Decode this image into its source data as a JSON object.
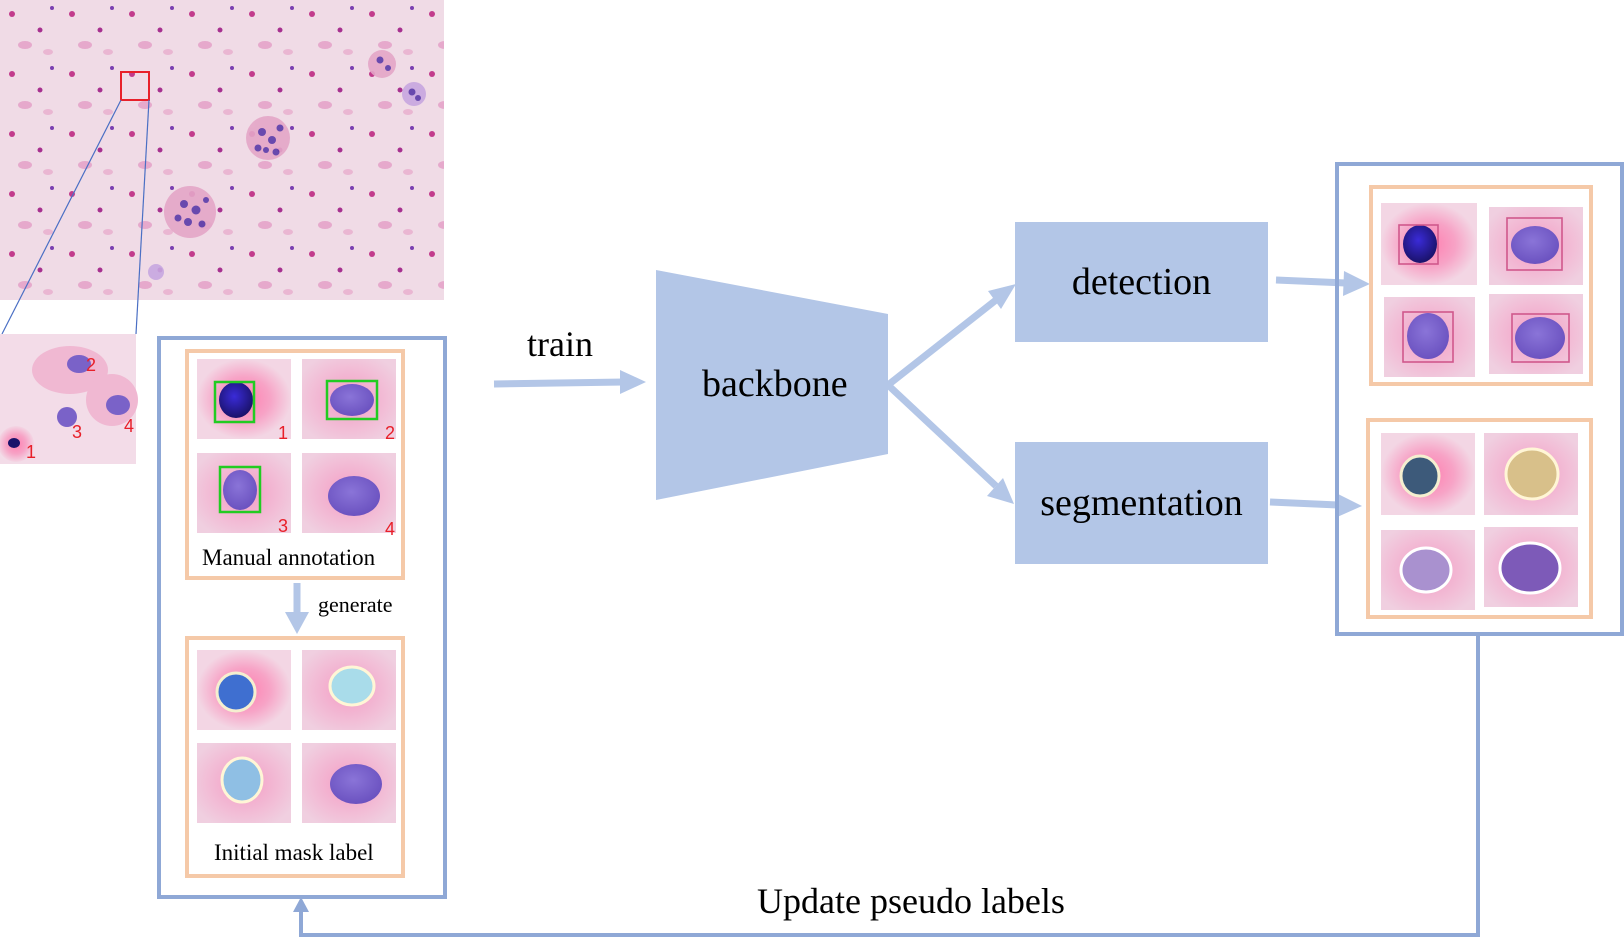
{
  "labels": {
    "train": "train",
    "backbone": "backbone",
    "detection": "detection",
    "segmentation": "segmentation",
    "manual_annotation": "Manual annotation",
    "generate": "generate",
    "initial_mask_label": "Initial mask label",
    "update_pseudo_labels": "Update pseudo labels"
  },
  "cell_numbers": [
    "1",
    "2",
    "3",
    "4"
  ],
  "colors": {
    "accent_blue": "#b3c6e7",
    "frame_blue": "#8fa8d6",
    "frame_orange": "#f5c9a8",
    "annotation_box": "#22cc22",
    "zoom_box": "#e8202a",
    "number_text": "#e8202a"
  }
}
